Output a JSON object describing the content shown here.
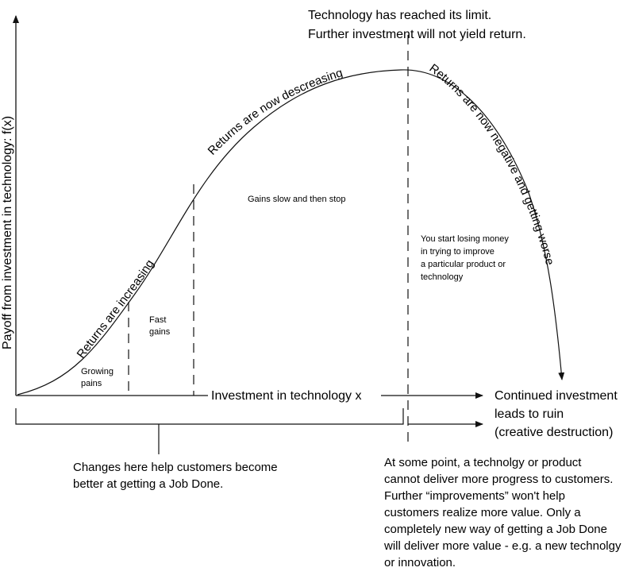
{
  "top_note": {
    "line1": "Technology has reached its limit.",
    "line2": "Further investment will not yield return."
  },
  "axes": {
    "y_label": "Payoff from investment in technology: f(x)",
    "x_label": "Investment in technology x"
  },
  "curve_labels": {
    "increasing": "Returns are increasing",
    "decreasing": "Returns are now descreasing",
    "negative": "Returns are now negative and getting worse"
  },
  "region_labels": {
    "growing_line1": "Growing",
    "growing_line2": "pains",
    "fast_line1": "Fast",
    "fast_line2": "gains",
    "slow": "Gains slow and then stop",
    "losing_line1": "You start losing money",
    "losing_line2": "in trying to improve",
    "losing_line3": "a particular product or",
    "losing_line4": "technology"
  },
  "ruin_note": {
    "line1": "Continued investment",
    "line2": "leads to ruin",
    "line3": "(creative destruction)"
  },
  "bottom_left_note": {
    "line1": "Changes here help customers become",
    "line2": "better at getting a Job Done."
  },
  "bottom_right_note": {
    "line1": "At some point, a technolgy or product",
    "line2": "cannot deliver more progress to customers.",
    "line3": "Further “improvements” won't help",
    "line4": "customers realize more value. Only a",
    "line5": "completely new way of getting a Job Done",
    "line6": "will deliver more value - e.g. a new technolgy",
    "line7": "or innovation."
  }
}
